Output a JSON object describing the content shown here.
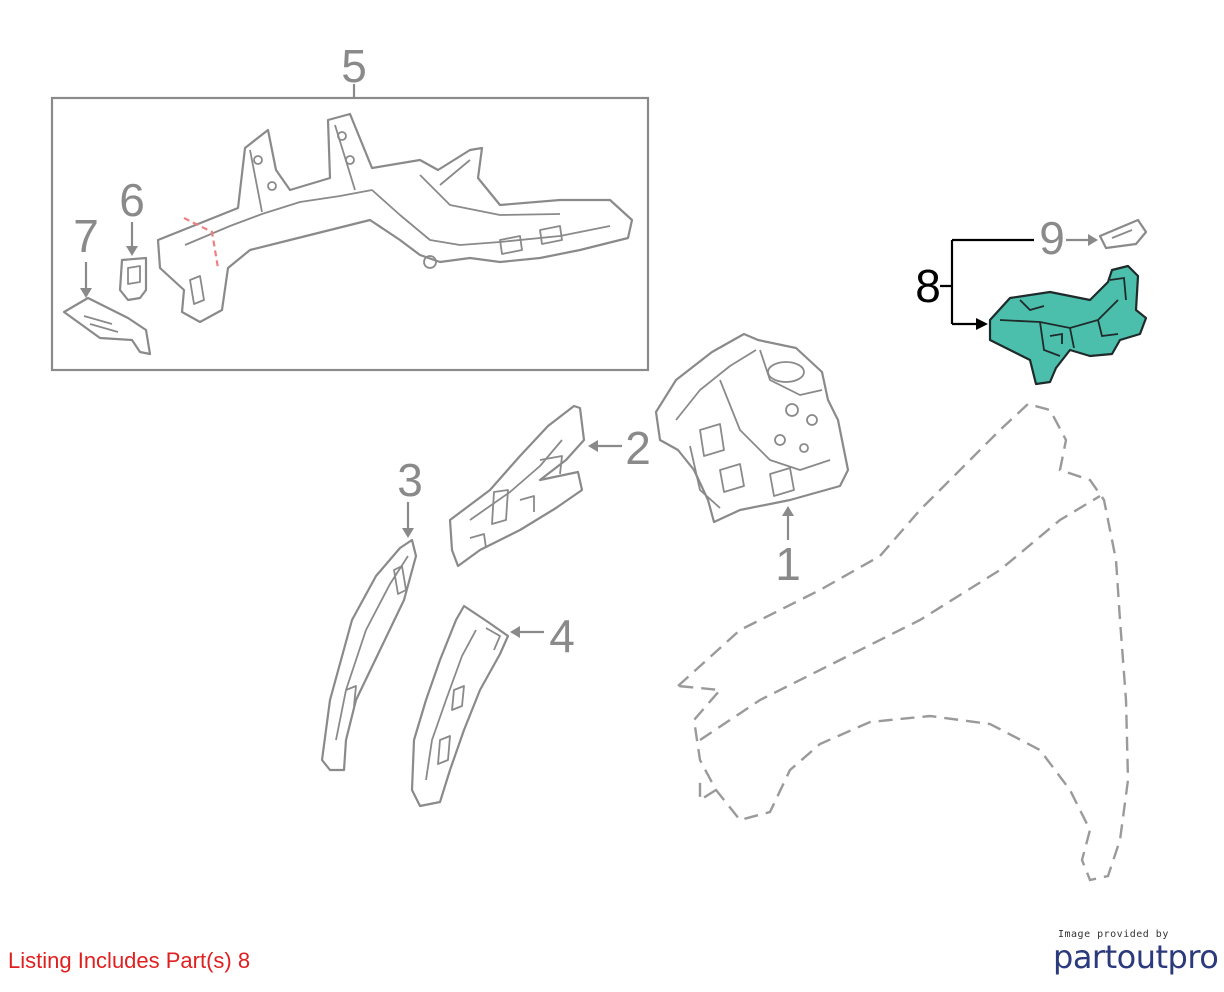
{
  "callouts": {
    "c1": "1",
    "c2": "2",
    "c3": "3",
    "c4": "4",
    "c5": "5",
    "c6": "6",
    "c7": "7",
    "c8": "8",
    "c9": "9"
  },
  "listing_note": "Listing Includes Part(s) 8",
  "provider": {
    "credit": "Image provided by",
    "logo_part1": "part",
    "logo_part2": "out",
    "logo_part3": "pro"
  },
  "colors": {
    "highlight": "#4bbfac",
    "listing_text": "#e02020",
    "logo": "#2a3a7c"
  }
}
